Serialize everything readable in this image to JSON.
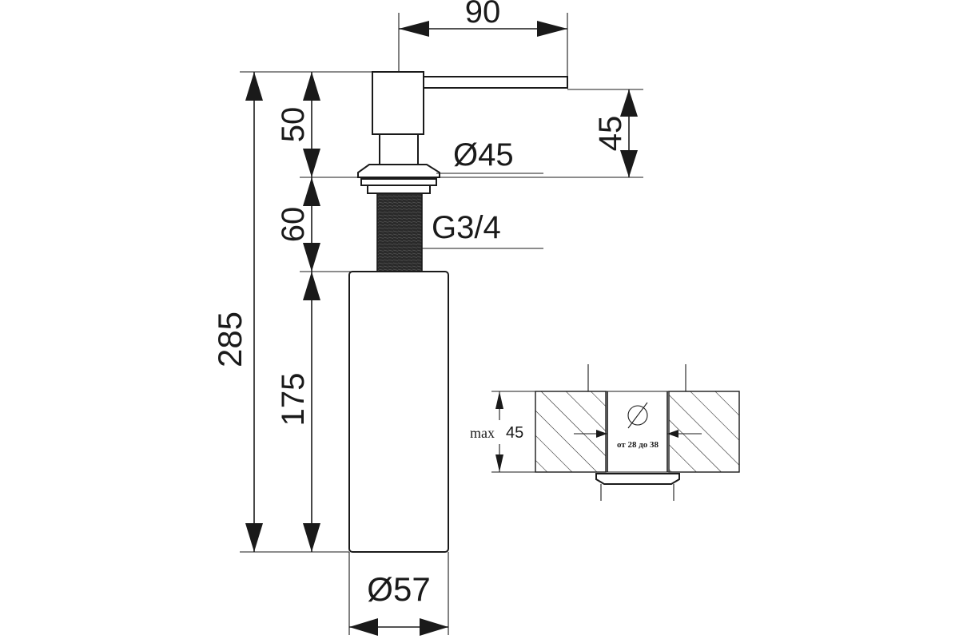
{
  "dimensions": {
    "spout_length": "90",
    "total_height": "285",
    "head_height": "50",
    "thread_length": "60",
    "bottle_height": "175",
    "spout_height": "45",
    "flange_diameter": "Ø45",
    "thread_size": "G3/4",
    "bottle_diameter": "Ø57"
  },
  "mounting_detail": {
    "max_label": "max",
    "max_value": "45",
    "hole_symbol": "Ø",
    "hole_range": "от 28 до 38"
  }
}
